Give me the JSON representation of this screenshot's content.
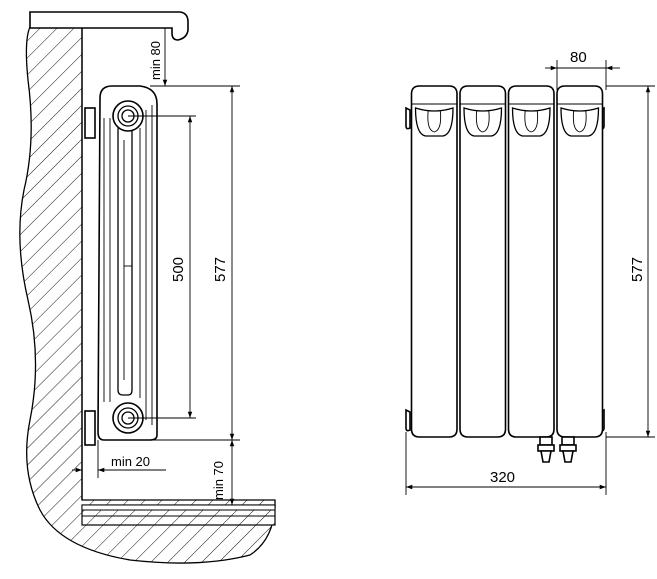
{
  "side_view": {
    "dim_min_80": "min 80",
    "dim_500": "500",
    "dim_577": "577",
    "dim_min_20": "min 20",
    "dim_min_70": "min 70"
  },
  "front_view": {
    "dim_80": "80",
    "dim_577": "577",
    "dim_320": "320",
    "section_count": 4
  }
}
